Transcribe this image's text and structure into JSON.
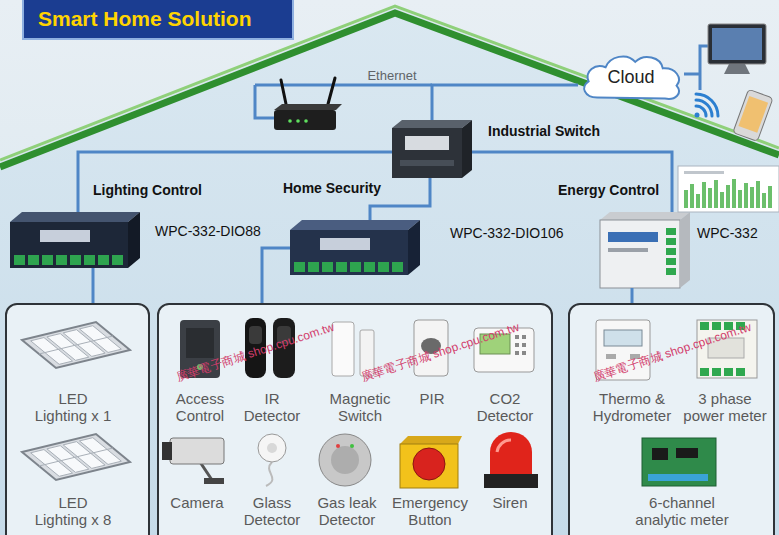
{
  "diagram": {
    "title": "Smart Home Solution",
    "nodes": [
      {
        "text": [
          "Cloud"
        ]
      },
      {
        "text": [
          "Industrial Switch"
        ]
      },
      {
        "text": [
          "Lighting Control",
          "WPC-332-DIO88"
        ]
      },
      {
        "text": [
          "Home Security",
          "WPC-332-DIO106"
        ]
      },
      {
        "text": [
          "Energy Control",
          "WPC-332"
        ]
      },
      {
        "text": []
      },
      {
        "text": [
          "LED Lighting x 1"
        ],
        "in": 5
      },
      {
        "text": [
          "LED Lighting x 8"
        ],
        "in": 5
      },
      {
        "text": []
      },
      {
        "text": [
          "Access Control"
        ],
        "in": 8
      },
      {
        "text": [
          "IR Detector"
        ],
        "in": 8
      },
      {
        "text": [
          "Magnetic Switch"
        ],
        "in": 8
      },
      {
        "text": [
          "PIR"
        ],
        "in": 8
      },
      {
        "text": [
          "CO2 Detector"
        ],
        "in": 8
      },
      {
        "text": [
          "Camera"
        ],
        "in": 8
      },
      {
        "text": [
          "Glass Detector"
        ],
        "in": 8
      },
      {
        "text": [
          "Gas leak Detector"
        ],
        "in": 8
      },
      {
        "text": [
          "Emergency Button"
        ],
        "in": 8
      },
      {
        "text": [
          "Siren"
        ],
        "in": 8
      },
      {
        "text": []
      },
      {
        "text": [
          "Thermo & Hydrometer"
        ],
        "in": 19
      },
      {
        "text": [
          "3 phase power meter"
        ],
        "in": 19
      },
      {
        "text": [
          "6-channel analytic meter"
        ],
        "in": 19
      }
    ],
    "edges": [
      {
        "from": 1,
        "to": 0,
        "label": "Ethernet",
        "arrow": "none"
      },
      {
        "from": 1,
        "to": 2,
        "arrow": "none"
      },
      {
        "from": 1,
        "to": 3,
        "arrow": "none"
      },
      {
        "from": 1,
        "to": 4,
        "arrow": "none"
      },
      {
        "from": 2,
        "to": 5,
        "arrow": "none"
      },
      {
        "from": 3,
        "to": 8,
        "arrow": "none"
      },
      {
        "from": 4,
        "to": 19,
        "arrow": "none"
      }
    ],
    "labels": [
      "廣華電子商城 shop.cpu.com.tw",
      "廣華電子商城 shop.cpu.com.tw",
      "廣華電子商城 shop.cpu.com.tw"
    ]
  }
}
